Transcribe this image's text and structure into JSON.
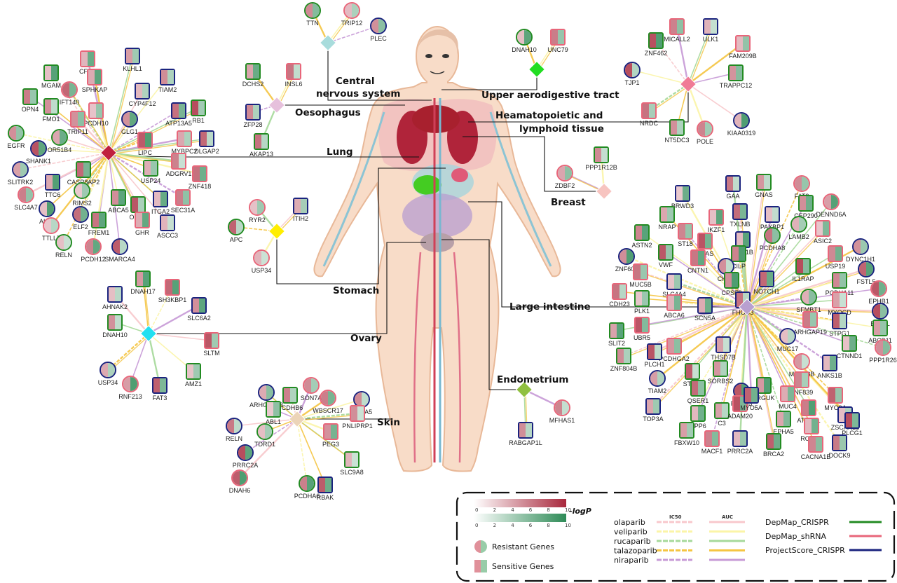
{
  "tissues": {
    "cns": {
      "label_l1": "Central",
      "label_l2": "nervous system",
      "color": "#a8dcdc"
    },
    "uat": {
      "label": "Upper aerodigestive tract",
      "color": "#22dd22"
    },
    "oes": {
      "label": "Oesophagus",
      "color": "#e6c0dc"
    },
    "haem": {
      "label_l1": "Heamatopoietic and",
      "label_l2": "lymphoid tissue",
      "color": "#f07a96"
    },
    "lung": {
      "label": "Lung",
      "color": "#c0203e"
    },
    "breast": {
      "label": "Breast",
      "color": "#f7c4c0"
    },
    "stomach": {
      "label": "Stomach",
      "color": "#ffee00"
    },
    "li": {
      "label": "Large intestine",
      "color": "#b8a0d0"
    },
    "ovary": {
      "label": "Ovary",
      "color": "#22e0f0"
    },
    "endo": {
      "label": "Endometrium",
      "color": "#90c040"
    },
    "skin": {
      "label": "Skin",
      "color": "#ecd4b8"
    }
  },
  "genes": {
    "cns": [
      "TTN",
      "TRIP12",
      "PLEC"
    ],
    "uat": [
      "DNAH10",
      "UNC79"
    ],
    "oes": [
      "DCHS2",
      "INSL6",
      "ZFP28",
      "AKAP13"
    ],
    "haem": [
      "MICALL2",
      "ULK1",
      "ZNF462",
      "FAM209B",
      "TJP1",
      "TRAPPC12",
      "NRDC",
      "KIAA0319",
      "NT5DC3",
      "POLE"
    ],
    "lung": [
      "CFTR",
      "KLHL1",
      "MGAM",
      "SPHKAP",
      "TIAM2",
      "OPN4",
      "IFT140",
      "CYP4F12",
      "FMO1",
      "PCDH10",
      "ATP13A5",
      "RB1",
      "TRIP11",
      "GLG1",
      "EGFR",
      "MYBPC2",
      "DLGAP2",
      "OR51B4",
      "LIPC",
      "SHANK1",
      "CASP8AP2",
      "ADGRV1",
      "SLITRK2",
      "USP24",
      "ZNF418",
      "TTC6",
      "RIMS2",
      "SLC4A7",
      "ALS2",
      "ABCA5",
      "SEC31A",
      "ITGA2",
      "OPTN",
      "TTLL7",
      "ELF2",
      "FREM1",
      "GHR",
      "ASCC3",
      "RELN",
      "PCDH12",
      "SMARCA4"
    ],
    "breast": [
      "PPP1R12B",
      "ZDBF2"
    ],
    "stomach": [
      "RYR2",
      "ITIH2",
      "APC",
      "USP34"
    ],
    "ovary": [
      "AHNAK2",
      "DNAH17",
      "SH3KBP1",
      "SLC6A2",
      "DNAH10",
      "SLTM",
      "USP34",
      "AMZ1",
      "RNF213",
      "FAT3"
    ],
    "skin": [
      "SON7A",
      "ARHGAP33",
      "PCDHB6",
      "WBSCR17",
      "CMYA5",
      "ABL1",
      "PNLIPRP1",
      "RELN",
      "TDRD1",
      "PEG3",
      "PRRC2A",
      "SLC9A8",
      "DNAH6",
      "RBAK",
      "PCDHA6"
    ],
    "endo": [
      "MFHAS1",
      "RABGAP1L"
    ],
    "li": [
      "GAA",
      "GNAS",
      "FAT2",
      "BRWD3",
      "CEP290",
      "DENND6A",
      "TXLNB",
      "NRAP",
      "IKZF1",
      "PAXBP1",
      "LAMB2",
      "ASIC2",
      "DYNC1H1",
      "ASTN2",
      "ST18",
      "HTR1B",
      "PCDHA8",
      "KRAS",
      "ZNF609",
      "VWF",
      "USP19",
      "FSTL5",
      "CILP",
      "CNTN1",
      "CHD7",
      "IL1RAP",
      "MUC5B",
      "NOTCH1",
      "PCDHA11",
      "EPHB1",
      "SLC4A4",
      "CPSF3",
      "CDH23",
      "FHOD3",
      "SFMBT1",
      "MYOCD",
      "BCL9L",
      "PLK1",
      "ABCA6",
      "SCN5A",
      "SLIT2",
      "ARHGAP19",
      "STPG1",
      "ABCB11",
      "UBR5",
      "MUC17",
      "ZNF804B",
      "PCDHGA2",
      "THSD7B",
      "CTNND1",
      "PPP1R26",
      "PLCH1",
      "SORBS2",
      "MYO18B",
      "ANKS1B",
      "STAT3",
      "ZNF839",
      "TIAM2",
      "QSER1",
      "MUC4",
      "FREM3",
      "LRGUK",
      "MYO9A",
      "ZSCAN23",
      "DPP6",
      "ATXN2L",
      "TOP3A",
      "C3",
      "ADAM20",
      "MYO5A",
      "EPHA5",
      "ROBO2",
      "PLCG1",
      "FBXW10",
      "MACF1",
      "PRRC2A",
      "BRCA2",
      "CACNA1E",
      "DOCK9"
    ]
  },
  "legend": {
    "neglogp_label": "-logP",
    "scale_ticks": [
      "0",
      "2",
      "4",
      "6",
      "8",
      "10"
    ],
    "scale_red": "#a8283c",
    "scale_green": "#2e8b57",
    "resistant_label": "Resistant Genes",
    "sensitive_label": "Sensitive Genes",
    "col_ic50": "IC50",
    "col_auc": "AUC",
    "drugs": [
      {
        "name": "olaparib",
        "color": "#f8c8cc"
      },
      {
        "name": "veliparib",
        "color": "#fbf5a8"
      },
      {
        "name": "rucaparib",
        "color": "#a6d99a"
      },
      {
        "name": "talazoparib",
        "color": "#f5c542"
      },
      {
        "name": "niraparib",
        "color": "#c79ad6"
      }
    ],
    "screens": [
      {
        "name": "DepMap_CRISPR",
        "color": "#228b22"
      },
      {
        "name": "DepMap_shRNA",
        "color": "#e8667a"
      },
      {
        "name": "ProjectScore_CRISPR",
        "color": "#1a237e"
      }
    ]
  }
}
